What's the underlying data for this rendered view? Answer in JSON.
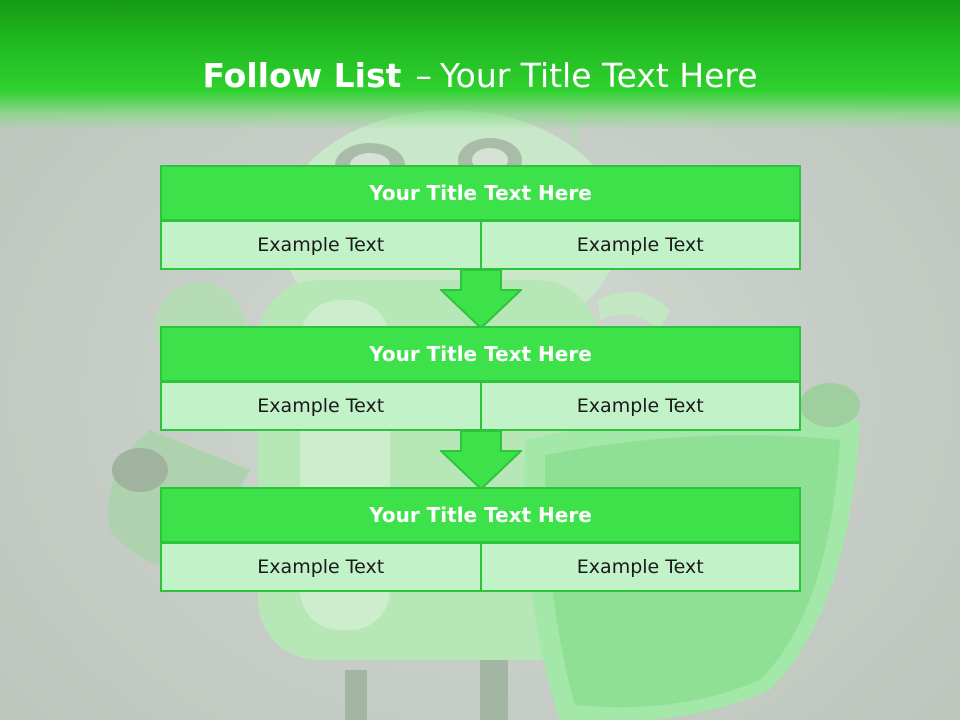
{
  "header": {
    "title_bold": "Follow List",
    "title_dash": "–",
    "title_rest": "Your Title Text Here"
  },
  "blocks": [
    {
      "title": "Your Title Text Here",
      "left": "Example Text",
      "right": "Example Text"
    },
    {
      "title": "Your Title Text Here",
      "left": "Example Text",
      "right": "Example Text"
    },
    {
      "title": "Your Title Text Here",
      "left": "Example Text",
      "right": "Example Text"
    }
  ],
  "colors": {
    "header_green": "#1fb71f",
    "title_bar": "#3de24a",
    "cell_fill": "#c2f2c8",
    "border": "#2cc43a"
  },
  "icons": [
    "down-arrow-icon",
    "robot-illustration"
  ]
}
